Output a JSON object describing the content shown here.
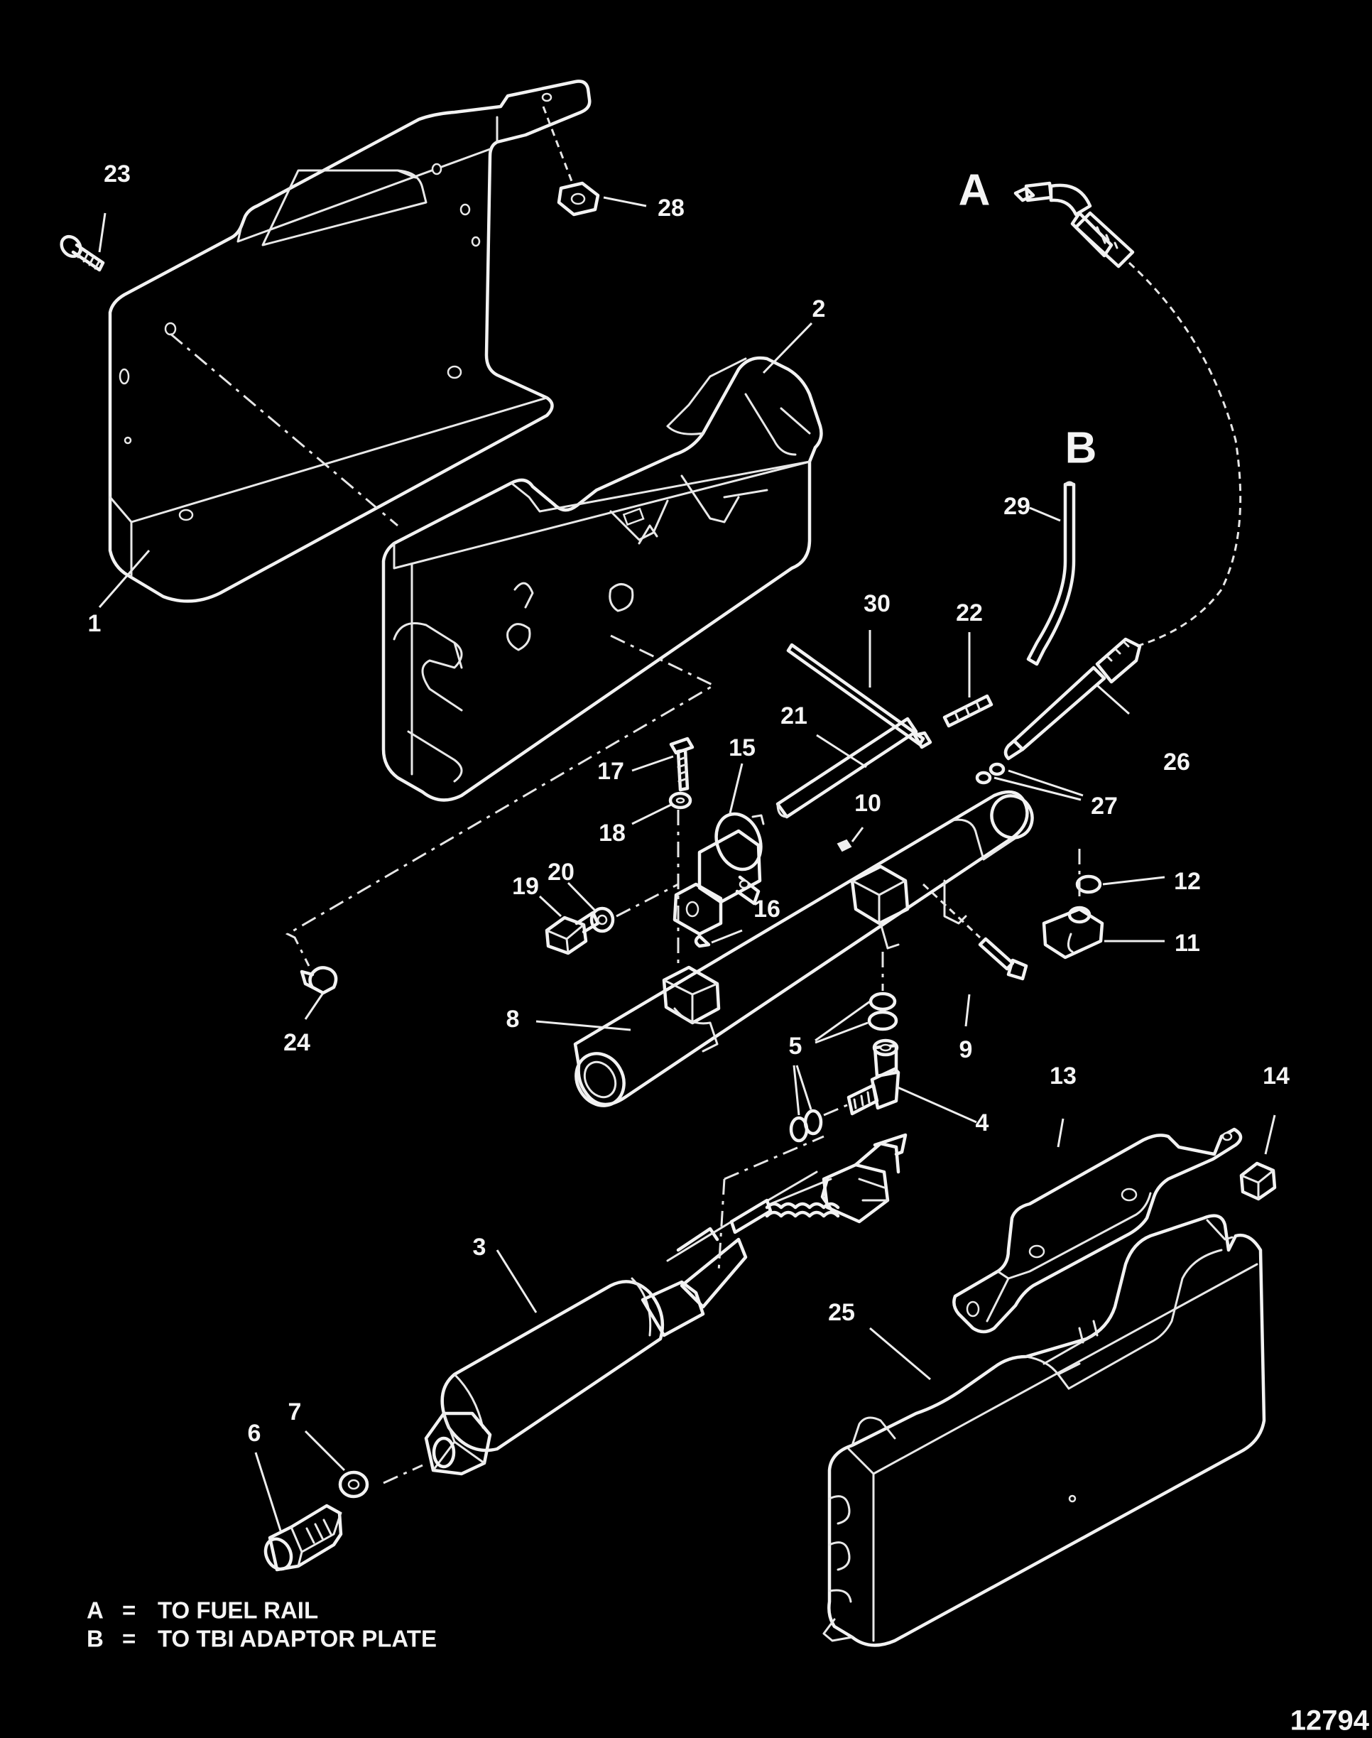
{
  "connections": [
    {
      "letter": "A",
      "description": "TO FUEL RAIL"
    },
    {
      "letter": "B",
      "description": "TO TBI ADAPTOR PLATE"
    }
  ],
  "legend_separator": "=",
  "figure_number": "12794",
  "callouts": [
    "1",
    "2",
    "3",
    "4",
    "5",
    "6",
    "7",
    "8",
    "9",
    "10",
    "11",
    "12",
    "13",
    "14",
    "15",
    "16",
    "17",
    "18",
    "19",
    "20",
    "21",
    "22",
    "23",
    "24",
    "25",
    "26",
    "27",
    "28",
    "29",
    "30"
  ],
  "colors": {
    "background": "#000000",
    "linework": "#e8e8e8"
  }
}
